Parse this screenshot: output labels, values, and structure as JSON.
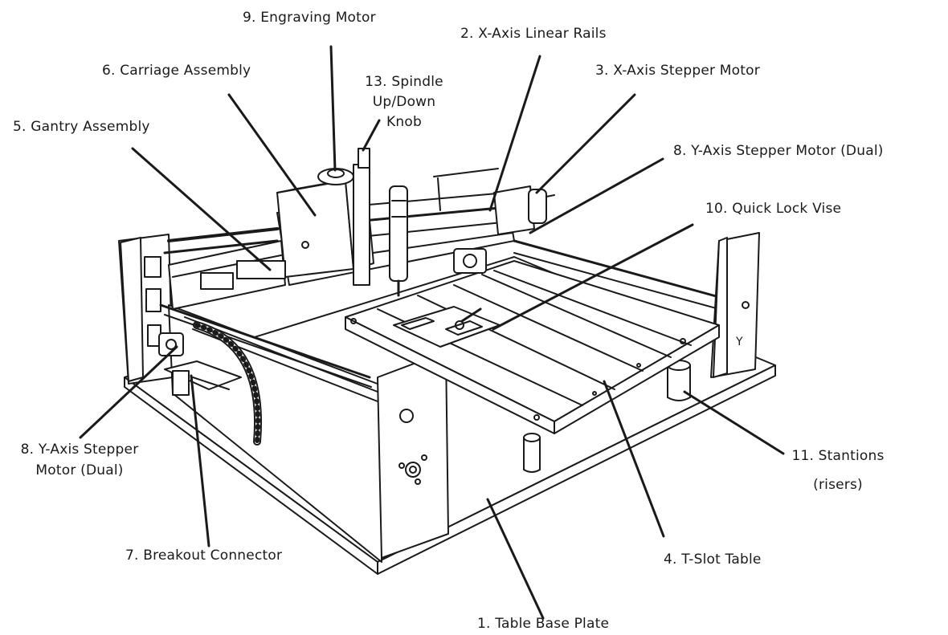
{
  "labels": {
    "engraving_motor": "9. Engraving Motor",
    "x_axis_linear_rails": "2. X-Axis Linear Rails",
    "carriage_assembly": "6. Carriage Assembly",
    "spindle_knob_line1": "13. Spindle",
    "spindle_knob_line2": "Up/Down",
    "spindle_knob_line3": "Knob",
    "x_axis_stepper_motor": "3. X-Axis Stepper Motor",
    "gantry_assembly": "5. Gantry Assembly",
    "y_axis_stepper_motor_right": "8. Y-Axis Stepper Motor (Dual)",
    "quick_lock_vise": "10. Quick Lock Vise",
    "y_axis_stepper_motor_left_line1": "8. Y-Axis Stepper",
    "y_axis_stepper_motor_left_line2": "Motor (Dual)",
    "stantions_line1": "11. Stantions",
    "stantions_line2": "(risers)",
    "breakout_connector": "7. Breakout Connector",
    "t_slot_table": "4. T-Slot Table",
    "table_base_plate": "1. Table Base Plate"
  }
}
